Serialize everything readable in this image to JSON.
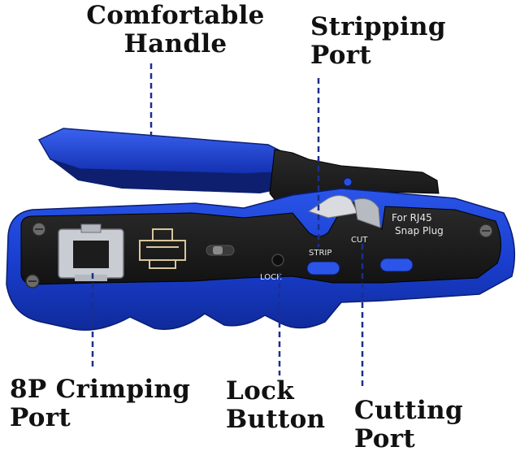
{
  "callouts": {
    "handle": {
      "line1": "Comfortable",
      "line2": "Handle"
    },
    "stripping": {
      "line1": "Stripping",
      "line2": "Port"
    },
    "crimping": {
      "line1": "8P Crimping",
      "line2": "Port"
    },
    "lock": {
      "line1": "Lock",
      "line2": "Button"
    },
    "cutting": {
      "line1": "Cutting",
      "line2": "Port"
    }
  },
  "tool_labels": {
    "model_line1": "For RJ45",
    "model_line2": "Snap Plug",
    "strip": "STRIP",
    "cut": "CUT",
    "lock": "LOCK"
  },
  "colors": {
    "tool_blue": "#1a3fd0",
    "tool_black": "#1a1a1a",
    "leader_line": "#1a2f8f"
  }
}
